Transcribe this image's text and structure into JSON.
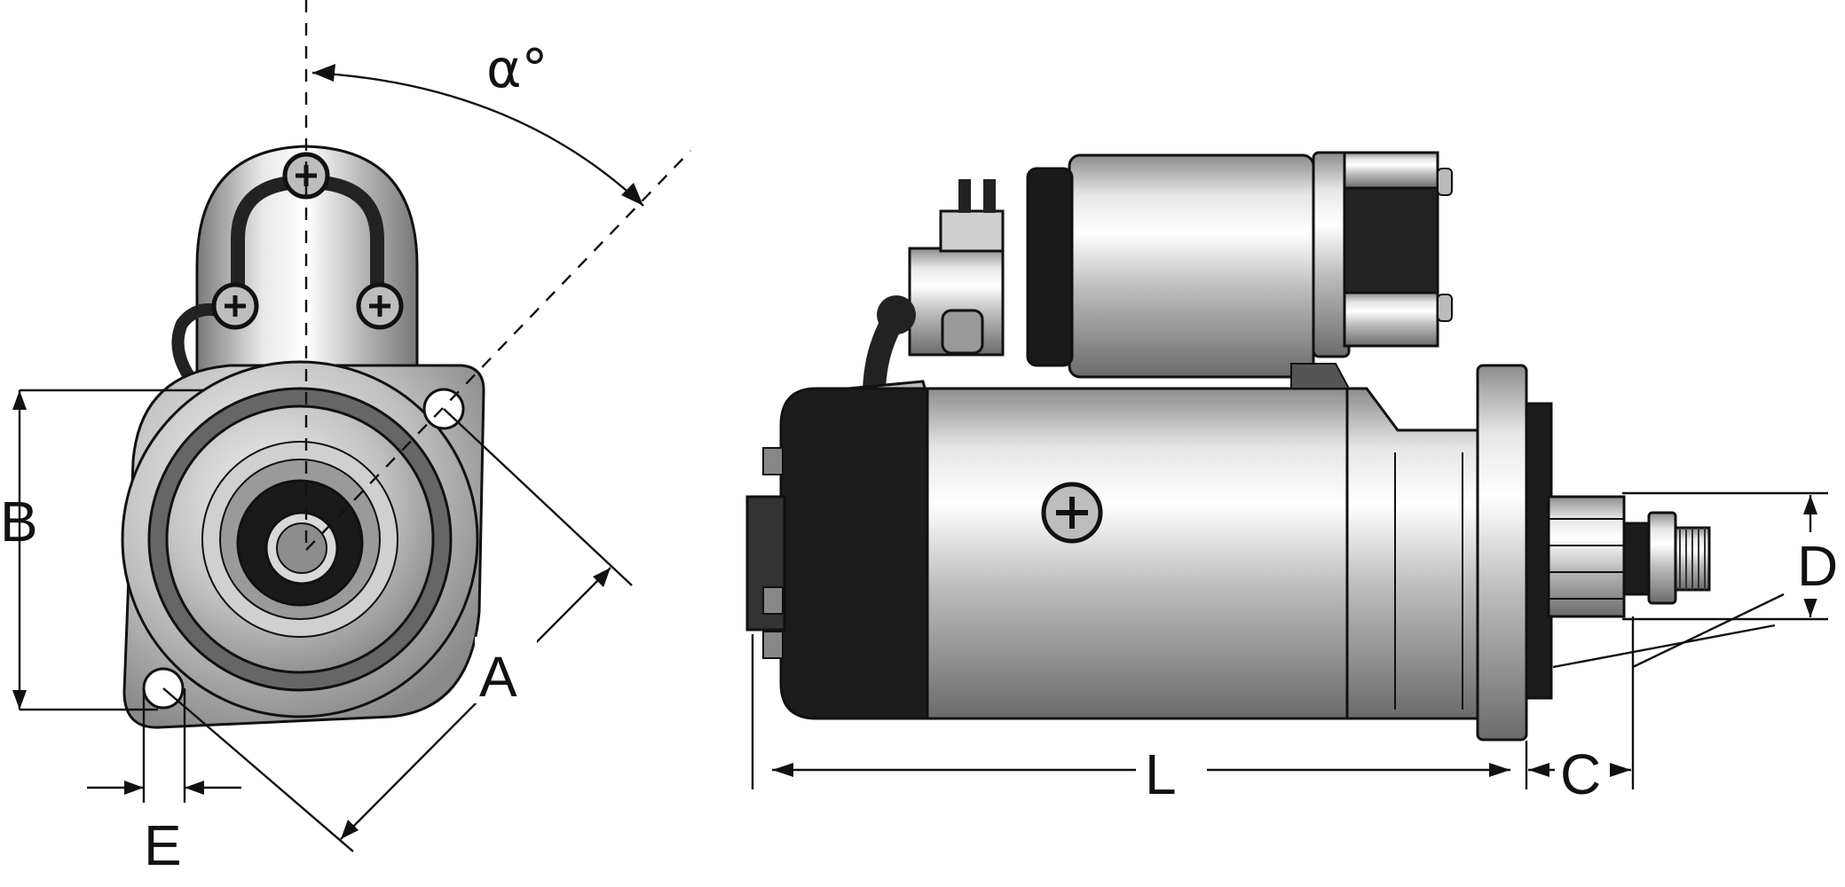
{
  "labels": {
    "alpha": "α°",
    "A": "A",
    "B": "B",
    "C": "C",
    "D": "D",
    "E": "E",
    "L": "L"
  }
}
